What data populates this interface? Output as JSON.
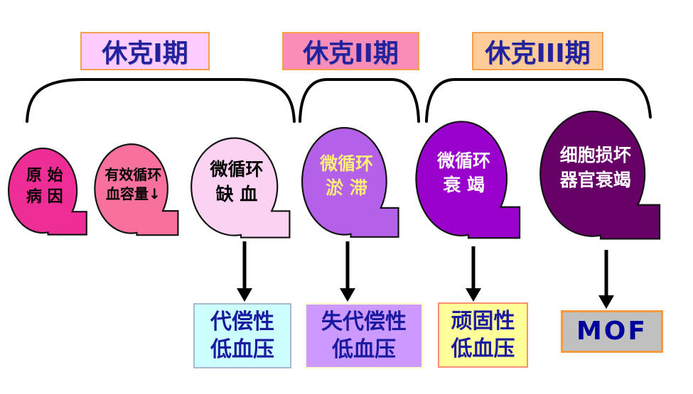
{
  "phases": [
    {
      "label": "休克I期",
      "bg": "#FFCCFF",
      "border": "#F5A04A",
      "text_color": "#22229E"
    },
    {
      "label": "休克II期",
      "bg": "#FA8CB8",
      "border": "#F5A04A",
      "text_color": "#22229E"
    },
    {
      "label": "休克III期",
      "bg": "#FFCC99",
      "border": "#F5A04A",
      "text_color": "#22229E"
    }
  ],
  "bubbles": [
    {
      "line1": "原 始",
      "line2": "病 因",
      "fill": "#EE2D96",
      "text_color": "#000000"
    },
    {
      "line1": "有效循环",
      "line2": "血容量↓",
      "fill": "#F8719C",
      "text_color": "#000000"
    },
    {
      "line1": "微循环",
      "line2": "缺 血",
      "fill": "#FBD2F2",
      "text_color": "#000000"
    },
    {
      "line1": "微循环",
      "line2": "淤 滞",
      "fill": "#B460E8",
      "text_color": "#FFEE77"
    },
    {
      "line1": "微循环",
      "line2": "衰 竭",
      "fill": "#9900CC",
      "text_color": "#FFFFFF"
    },
    {
      "line1": "细胞损坏",
      "line2": "器官衰竭",
      "fill": "#660066",
      "text_color": "#FFFFFF"
    }
  ],
  "result_boxes": [
    {
      "line1": "代偿性",
      "line2": "低血压",
      "bg": "#CCFFFF",
      "border": "#A8B8D0",
      "text_color": "#1A1AA0"
    },
    {
      "line1": "失代偿性",
      "line2": "低血压",
      "bg": "#CC99FF",
      "border": "#FFFFCC",
      "text_color": "#1A1AA0"
    },
    {
      "line1": "顽固性",
      "line2": "低血压",
      "bg": "#FFFF99",
      "border": "#FF8E73",
      "text_color": "#1A1AA0"
    },
    {
      "label": "MOF",
      "bg": "#C0C0C0",
      "border": "#F49B42",
      "text_color": "#00009C"
    }
  ],
  "connector_color": "#000000"
}
